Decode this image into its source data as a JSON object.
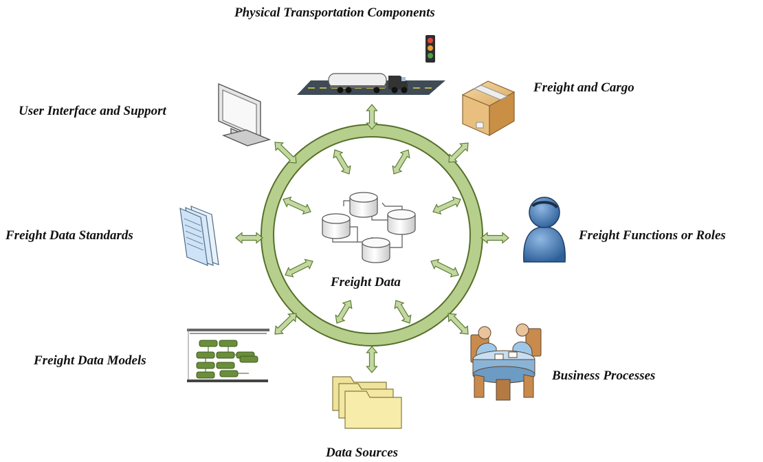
{
  "labels": {
    "physical_transportation": "Physical Transportation Components",
    "freight_and_cargo": "Freight and Cargo",
    "user_interface": "User Interface and Support",
    "freight_data_standards": "Freight Data Standards",
    "freight_functions_roles": "Freight Functions or Roles",
    "center": "Freight Data",
    "freight_data_models": "Freight Data Models",
    "business_processes": "Business Processes",
    "data_sources": "Data Sources"
  },
  "colors": {
    "ring_fill": "#b7cf8c",
    "ring_stroke": "#55702b",
    "arrow_fill": "#c3d8a0",
    "arrow_stroke": "#5c7a32",
    "database_fill": "#f2f2f2",
    "folder_fill": "#f8ecaa",
    "box_fill": "#e0b374",
    "person_fill": "#4a7fb8",
    "model_block_fill": "#6b8e3a",
    "document_fill": "#cfe3f7"
  },
  "icons": {
    "physical_transportation": "truck-road-traffic-light-icon",
    "freight_and_cargo": "cardboard-box-icon",
    "user_interface": "monitor-icon",
    "freight_data_standards": "documents-stack-icon",
    "freight_functions_roles": "person-icon",
    "center": "database-network-icon",
    "freight_data_models": "data-model-blocks-icon",
    "business_processes": "meeting-table-icon",
    "data_sources": "folders-icon"
  }
}
